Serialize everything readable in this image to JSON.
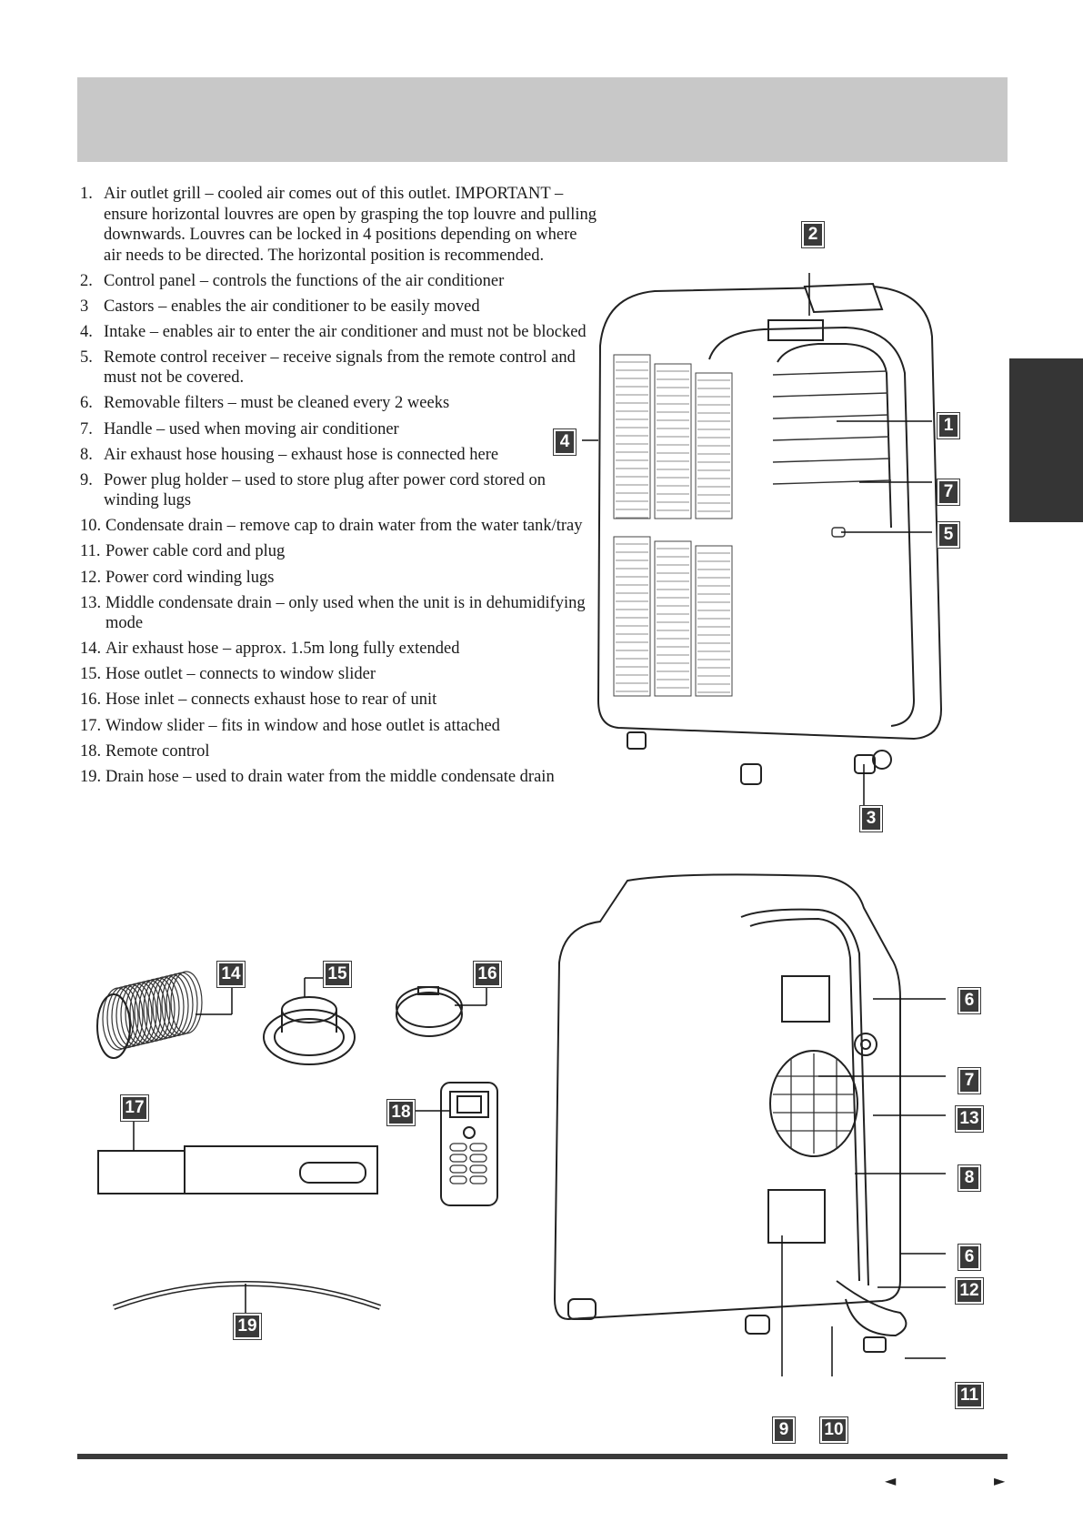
{
  "parts": [
    {
      "num": "1.",
      "text": "Air outlet grill – cooled air comes out of this outlet. IMPORTANT – ensure horizontal louvres are open by grasping the top louvre and pulling downwards. Louvres can be locked in 4 positions depending on where air needs to be directed. The horizontal position is recommended."
    },
    {
      "num": "2.",
      "text": "Control panel – controls the functions of the air conditioner"
    },
    {
      "num": "3",
      "text": "Castors – enables the air conditioner to be easily moved"
    },
    {
      "num": "4.",
      "text": "Intake – enables air to enter the air conditioner and must not be blocked"
    },
    {
      "num": "5.",
      "text": "Remote control receiver – receive signals from the remote control and must not be covered."
    },
    {
      "num": "6.",
      "text": "Removable filters – must be cleaned every 2 weeks"
    },
    {
      "num": "7.",
      "text": "Handle – used when moving air conditioner"
    },
    {
      "num": "8.",
      "text": "Air exhaust hose housing – exhaust hose is connected here"
    },
    {
      "num": "9.",
      "text": "Power plug holder – used to store plug after power cord stored on winding lugs"
    },
    {
      "num": "10.",
      "text": "Condensate drain – remove cap to drain water from the water tank/tray"
    },
    {
      "num": "11.",
      "text": "Power cable cord and plug"
    },
    {
      "num": "12.",
      "text": "Power cord winding lugs"
    },
    {
      "num": "13.",
      "text": "Middle condensate drain – only used when the unit is in dehumidifying mode"
    },
    {
      "num": "14.",
      "text": "Air exhaust hose – approx. 1.5m long fully extended"
    },
    {
      "num": "15.",
      "text": "Hose outlet – connects to window slider"
    },
    {
      "num": "16.",
      "text": "Hose inlet – connects exhaust hose to rear of unit"
    },
    {
      "num": "17.",
      "text": "Window slider – fits in window and hose outlet is attached"
    },
    {
      "num": "18.",
      "text": "Remote control"
    },
    {
      "num": "19.",
      "text": "Drain hose – used to drain water from the middle condensate drain"
    }
  ],
  "labels": {
    "l2": "2",
    "l1": "1",
    "l4": "4",
    "l7a": "7",
    "l5": "5",
    "l3": "3",
    "l14": "14",
    "l15": "15",
    "l16": "16",
    "l17": "17",
    "l18": "18",
    "l19": "19",
    "l6a": "6",
    "l7b": "7",
    "l13": "13",
    "l8": "8",
    "l6b": "6",
    "l12": "12",
    "l11": "11",
    "l9": "9",
    "l10": "10"
  },
  "nav": {
    "prev": "◄",
    "next": "►"
  },
  "colors": {
    "header_band": "#c8c8c8",
    "side_tab": "#353535",
    "label_bg": "#3a3a3a"
  }
}
